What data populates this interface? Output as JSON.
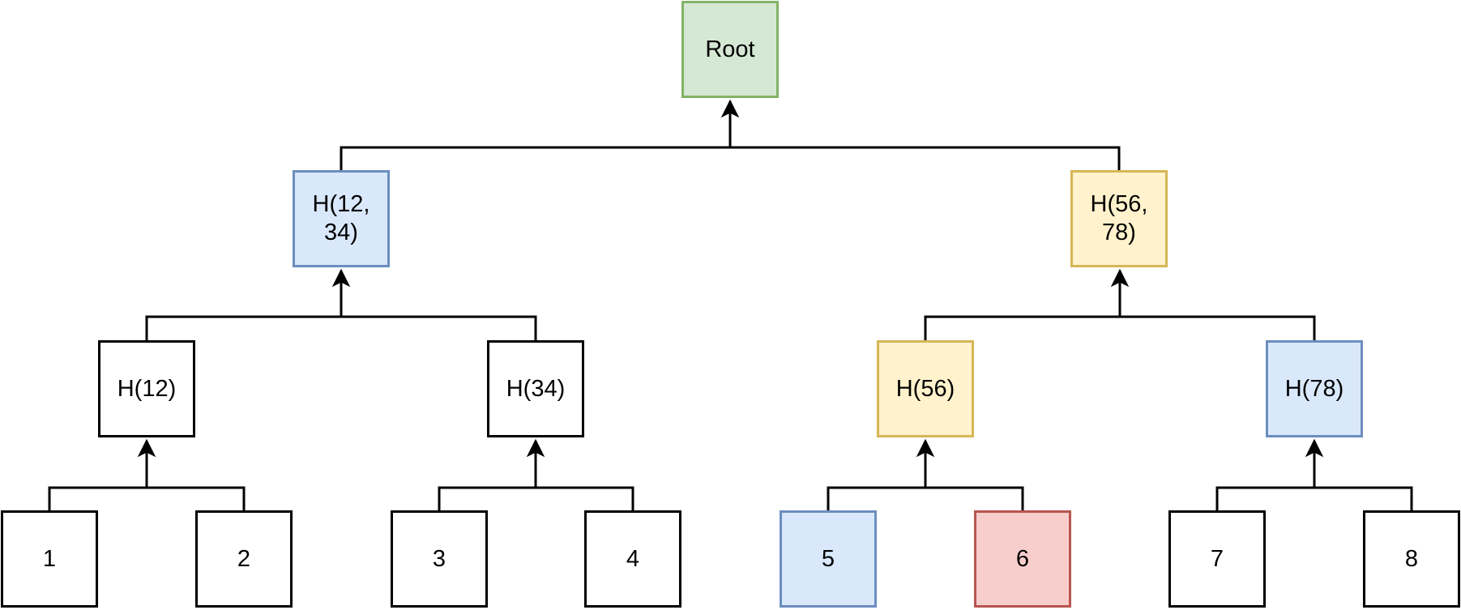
{
  "diagram": {
    "type": "merkle-tree",
    "palette": {
      "green-fill": "#d5e8d4",
      "green-stroke": "#82b366",
      "blue-fill": "#dae8fc",
      "blue-stroke": "#6c8ebf",
      "yellow-fill": "#fff2cc",
      "yellow-stroke": "#d6b656",
      "red-fill": "#f8cecc",
      "red-stroke": "#b85450",
      "white-fill": "#ffffff",
      "white-stroke": "#000000",
      "line": "#000000"
    },
    "nodes": {
      "root": {
        "label": "Root",
        "color": "green"
      },
      "h1234": {
        "label": "H(12,\n34)",
        "color": "blue"
      },
      "h5678": {
        "label": "H(56,\n78)",
        "color": "yellow"
      },
      "h12": {
        "label": "H(12)",
        "color": "white"
      },
      "h34": {
        "label": "H(34)",
        "color": "white"
      },
      "h56": {
        "label": "H(56)",
        "color": "yellow"
      },
      "h78": {
        "label": "H(78)",
        "color": "blue"
      },
      "leaf1": {
        "label": "1",
        "color": "white"
      },
      "leaf2": {
        "label": "2",
        "color": "white"
      },
      "leaf3": {
        "label": "3",
        "color": "white"
      },
      "leaf4": {
        "label": "4",
        "color": "white"
      },
      "leaf5": {
        "label": "5",
        "color": "blue"
      },
      "leaf6": {
        "label": "6",
        "color": "red"
      },
      "leaf7": {
        "label": "7",
        "color": "white"
      },
      "leaf8": {
        "label": "8",
        "color": "white"
      }
    },
    "edges": [
      {
        "from": [
          "h1234",
          "h5678"
        ],
        "to": "root"
      },
      {
        "from": [
          "h12",
          "h34"
        ],
        "to": "h1234"
      },
      {
        "from": [
          "h56",
          "h78"
        ],
        "to": "h5678"
      },
      {
        "from": [
          "leaf1",
          "leaf2"
        ],
        "to": "h12"
      },
      {
        "from": [
          "leaf3",
          "leaf4"
        ],
        "to": "h34"
      },
      {
        "from": [
          "leaf5",
          "leaf6"
        ],
        "to": "h56"
      },
      {
        "from": [
          "leaf7",
          "leaf8"
        ],
        "to": "h78"
      }
    ]
  }
}
